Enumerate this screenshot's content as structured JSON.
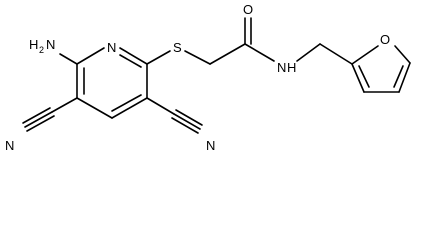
{
  "structure": {
    "labels": {
      "amino_n": "N",
      "amino_h": "H",
      "amino_sub": "2",
      "ring_n": "N",
      "sulfur": "S",
      "carbonyl_o": "O",
      "amide_n": "N",
      "amide_h": "H",
      "furan_o": "O",
      "nitrile_left_n": "N",
      "nitrile_right_n": "N"
    },
    "bond_color": "#000000",
    "background": "#ffffff"
  }
}
